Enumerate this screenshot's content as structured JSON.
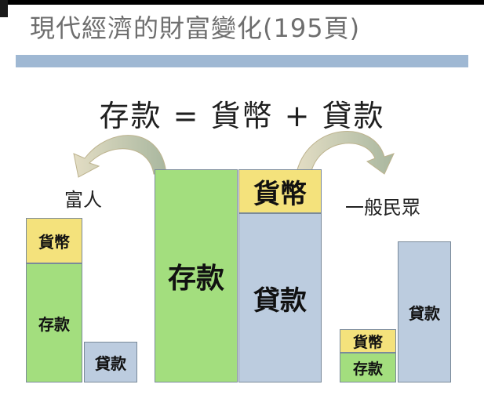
{
  "title": "現代經濟的財富變化(195頁)",
  "equation": "存款 = 貨幣 + 貸款",
  "groups": {
    "rich": {
      "label": "富人",
      "currency": "貨幣",
      "deposit": "存款",
      "loan": "貸款"
    },
    "bank": {
      "deposit": "存款",
      "currency": "貨幣",
      "loan": "貸款"
    },
    "public": {
      "label": "一般民眾",
      "currency": "貨幣",
      "deposit": "存款",
      "loan": "貸款"
    }
  },
  "colors": {
    "currency": "#f4e27c",
    "deposit": "#a3de7e",
    "loan": "#bcccdf",
    "title_bar": "#9fb8d3",
    "arrow": "#cdbf8f"
  }
}
